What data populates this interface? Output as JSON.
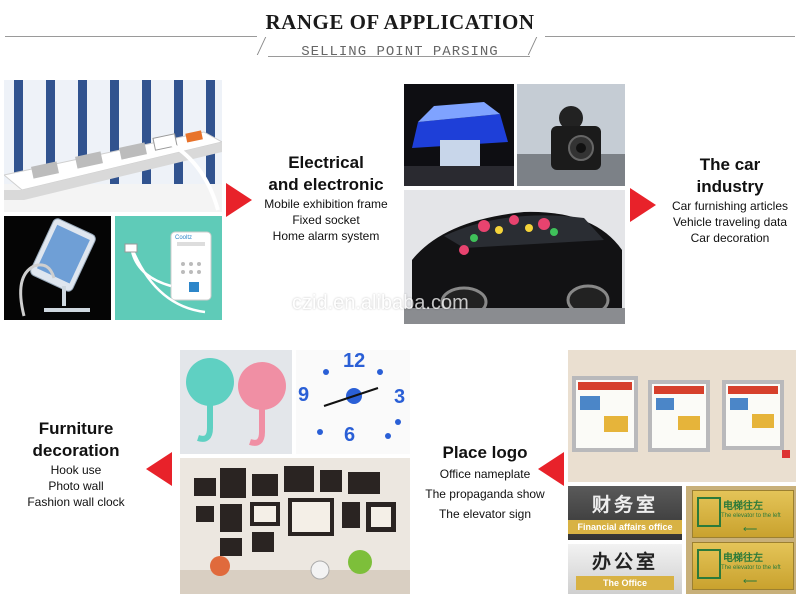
{
  "header": {
    "title": "RANGE OF APPLICATION",
    "subtitle": "SELLING POINT PARSING"
  },
  "watermark": "czid.en.alibaba.com",
  "sections": {
    "electrical": {
      "heading_line1": "Electrical",
      "heading_line2": "and electronic",
      "items": [
        "Mobile exhibition frame",
        "Fixed socket",
        "Home alarm system"
      ]
    },
    "car": {
      "heading_line1": "The car",
      "heading_line2": "industry",
      "items": [
        "Car furnishing articles",
        "Vehicle traveling data",
        "Car decoration"
      ]
    },
    "furniture": {
      "heading_line1": "Furniture",
      "heading_line2": "decoration",
      "items": [
        "Hook use",
        "Photo wall",
        "Fashion wall clock"
      ]
    },
    "logo": {
      "heading": "Place logo",
      "items": [
        "Office nameplate",
        "The propaganda show",
        "The elevator sign"
      ]
    }
  },
  "signs": {
    "finance_cn": "财务室",
    "finance_en": "Financial affairs office",
    "office_cn": "办公室",
    "office_en": "The Office",
    "elevator_cn": "电梯往左",
    "elevator_en": "The elevator to the left",
    "alarm_brand": "Cooltz"
  },
  "clock_numbers": [
    "12",
    "3",
    "6",
    "9"
  ],
  "colors": {
    "arrow": "#e8222a",
    "clock_blue": "#2a5fd6",
    "hook_pink": "#f08fa4",
    "hook_teal": "#5fd0c2",
    "sign_gold": "#d4b040"
  }
}
